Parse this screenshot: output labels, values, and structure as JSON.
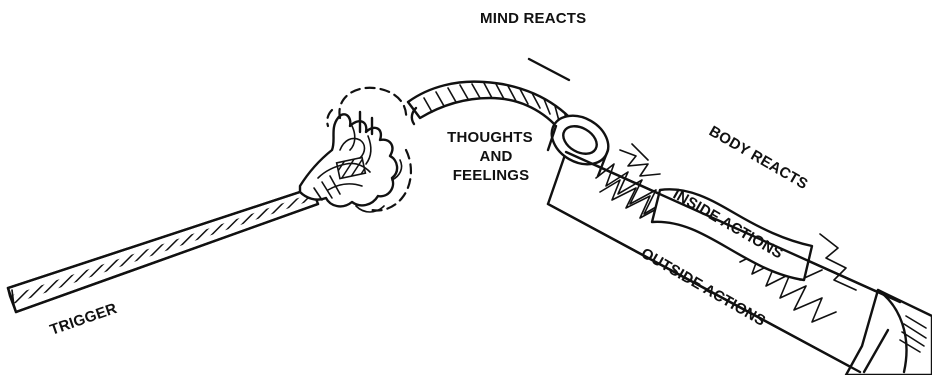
{
  "labels": {
    "mind_reacts": "MIND REACTS",
    "thoughts_line1": "THOUGHTS",
    "thoughts_line2": "AND",
    "thoughts_line3": "FEELINGS",
    "body_reacts": "BODY REACTS",
    "inside_actions": "INSIDE ACTIONS",
    "outside_actions": "OUTSIDE ACTIONS",
    "trigger": "TRIGGER"
  },
  "colors": {
    "ink": "#111111",
    "background": "#ffffff"
  }
}
